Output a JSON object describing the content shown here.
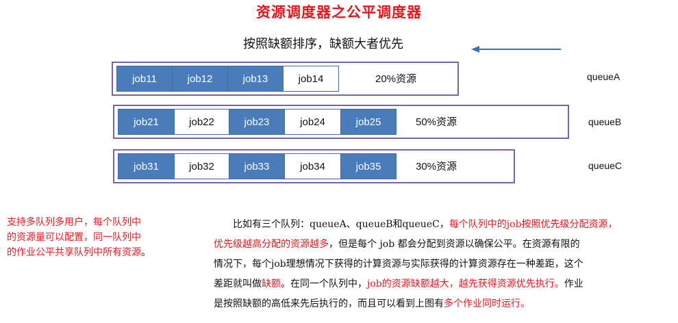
{
  "title": "资源调度器之公平调度器",
  "subtitle": "按照缺额排序，缺额大者优先",
  "queues": [
    {
      "name": "queueA",
      "share": "20%资源",
      "jobs": [
        {
          "label": "job11",
          "style": "blue"
        },
        {
          "label": "job12",
          "style": "blue"
        },
        {
          "label": "job13",
          "style": "blue"
        },
        {
          "label": "job14",
          "style": "white"
        }
      ]
    },
    {
      "name": "queueB",
      "share": "50%资源",
      "jobs": [
        {
          "label": "job21",
          "style": "blue"
        },
        {
          "label": "job22",
          "style": "white"
        },
        {
          "label": "job23",
          "style": "blue"
        },
        {
          "label": "job24",
          "style": "white"
        },
        {
          "label": "job25",
          "style": "blue"
        }
      ]
    },
    {
      "name": "queueC",
      "share": "30%资源",
      "jobs": [
        {
          "label": "job31",
          "style": "blue"
        },
        {
          "label": "job32",
          "style": "white"
        },
        {
          "label": "job33",
          "style": "blue"
        },
        {
          "label": "job34",
          "style": "white"
        },
        {
          "label": "job35",
          "style": "blue"
        }
      ]
    }
  ],
  "note": {
    "lines": [
      "支持多队列多用户，每个队列中",
      "的资源量可以配置，同一队列中",
      "的作业公平共享队列中所有资源"
    ],
    "tail": "。"
  },
  "paragraph": {
    "l1a": "比如有三个队列：queueA、queueB和queueC，",
    "l1b": "每个队列中的job按照优先级分配资源，",
    "l2a": "优先级越高分配的资源越多",
    "l2b": "，但是每个 job 都会分配到资源以确保公平。在资源有限的",
    "l3": "情况下，每个job理想情况下获得的计算资源与实际获得的计算资源存在一种差距，这个",
    "l4a": "差距就叫做",
    "l4b": "缺额",
    "l4c": "。在同一个队列中，",
    "l4d": "job的资源缺额越大，越先获得资源优先执行。",
    "l4e": "作业",
    "l5a": "是按照缺额的高低来先后执行的，而且可以看到上图有",
    "l5b": "多个作业同时运行。"
  },
  "colors": {
    "accent_red": "#e8141c",
    "job_blue": "#4a7cbc",
    "queue_border": "#7b62a8",
    "arrow": "#3d6fb6"
  }
}
